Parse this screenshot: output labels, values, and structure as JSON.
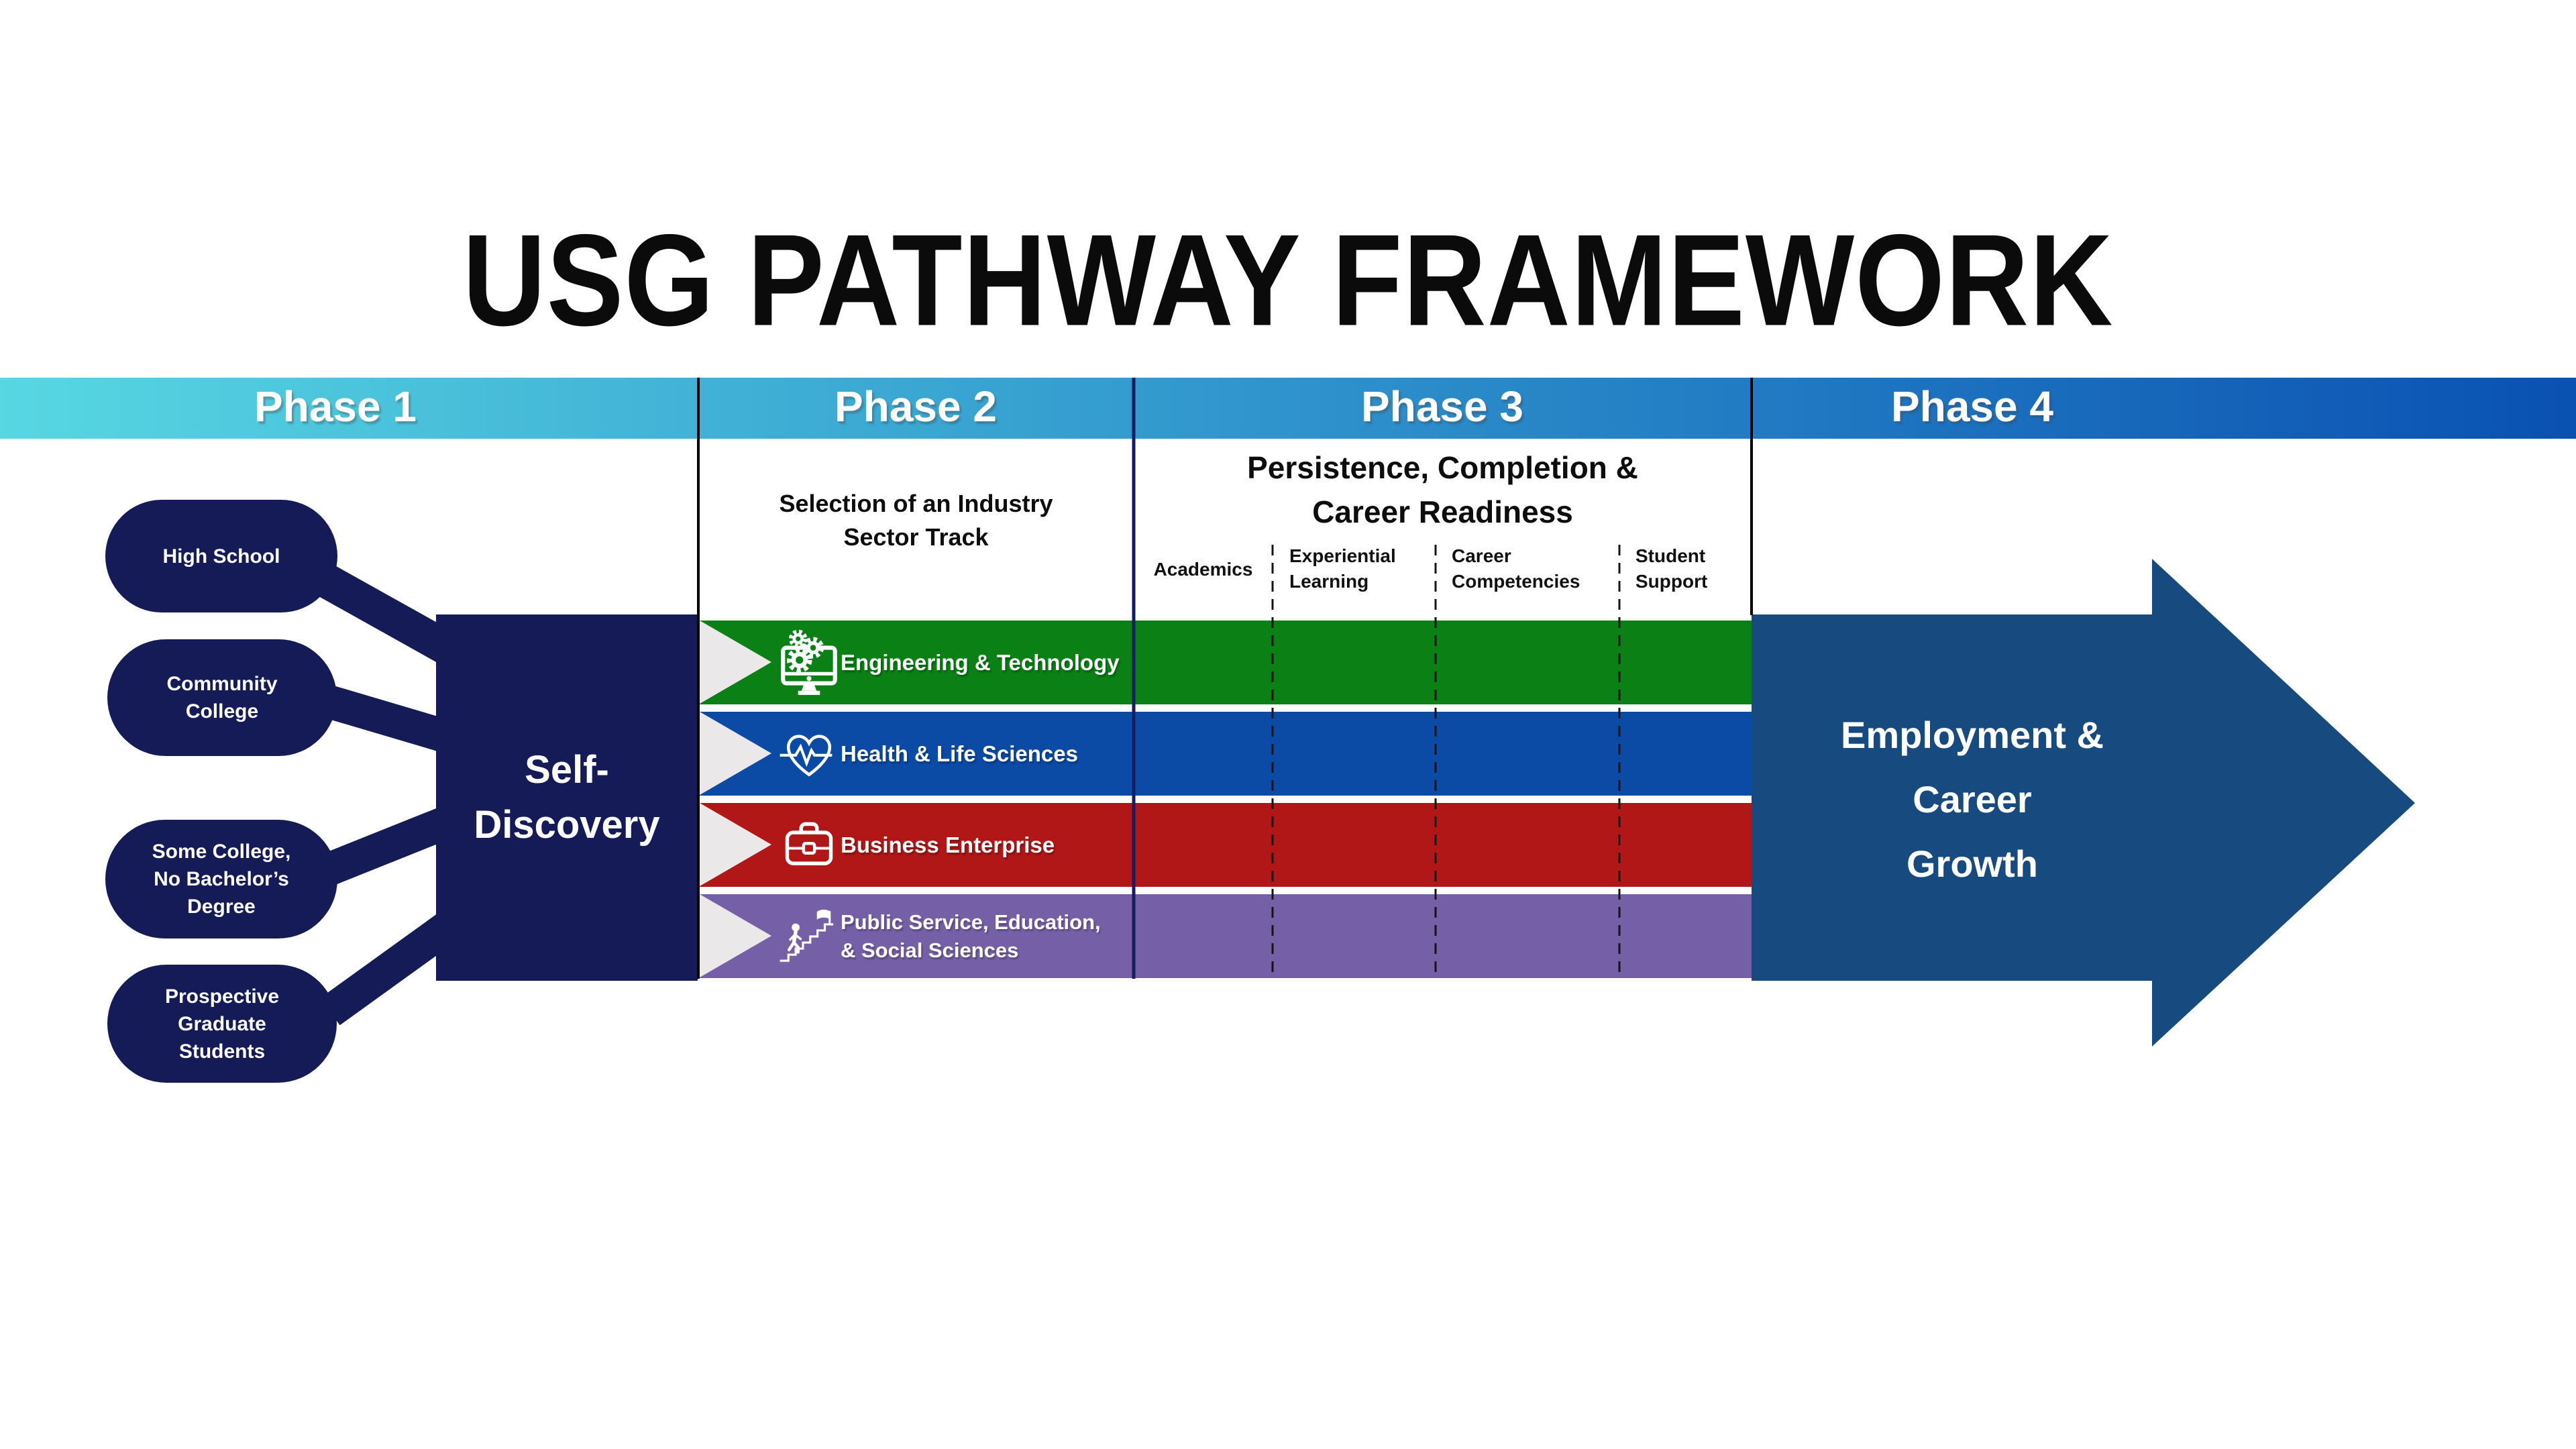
{
  "title": "USG PATHWAY FRAMEWORK",
  "phase_bar": {
    "labels": [
      "Phase 1",
      "Phase 2",
      "Phase 3",
      "Phase 4"
    ]
  },
  "phase1": {
    "bubbles": [
      {
        "lines": [
          "High School"
        ]
      },
      {
        "lines": [
          "Community",
          "College"
        ]
      },
      {
        "lines": [
          "Some College,",
          "No Bachelor’s",
          "Degree"
        ]
      },
      {
        "lines": [
          "Prospective",
          "Graduate",
          "Students"
        ]
      }
    ],
    "box_lines": [
      "Self-",
      "Discovery"
    ]
  },
  "phase2": {
    "header_lines": [
      "Selection of an Industry",
      "Sector Track"
    ],
    "tracks": [
      {
        "label_lines": [
          "Engineering & Technology"
        ],
        "icon": "monitor-gears-icon",
        "color": "#0a8015"
      },
      {
        "label_lines": [
          "Health & Life Sciences"
        ],
        "icon": "heart-pulse-icon",
        "color": "#0b4ba6"
      },
      {
        "label_lines": [
          "Business Enterprise"
        ],
        "icon": "briefcase-icon",
        "color": "#b11717"
      },
      {
        "label_lines": [
          "Public Service, Education,",
          "& Social Sciences"
        ],
        "icon": "stairs-flag-icon",
        "color": "#7560a8"
      }
    ]
  },
  "phase3": {
    "header_lines": [
      "Persistence, Completion &",
      "Career Readiness"
    ],
    "columns": [
      {
        "lines": [
          "Academics"
        ]
      },
      {
        "lines": [
          "Experiential",
          "Learning"
        ]
      },
      {
        "lines": [
          "Career",
          "Competencies"
        ]
      },
      {
        "lines": [
          "Student",
          "Support"
        ]
      }
    ]
  },
  "phase4": {
    "label_lines": [
      "Employment &",
      "Career",
      "Growth"
    ]
  },
  "colors": {
    "bar_gradient_start": "#57d7e2",
    "bar_gradient_mid": "#2f93cc",
    "bar_gradient_end": "#0a51b2",
    "navy": "#141b56",
    "arrow_blue": "#174a7e",
    "track_green": "#0a8015",
    "track_blue": "#0b4ba6",
    "track_red": "#b11717",
    "track_purple": "#7560a8",
    "triangle_gray": "#eae8e8"
  }
}
